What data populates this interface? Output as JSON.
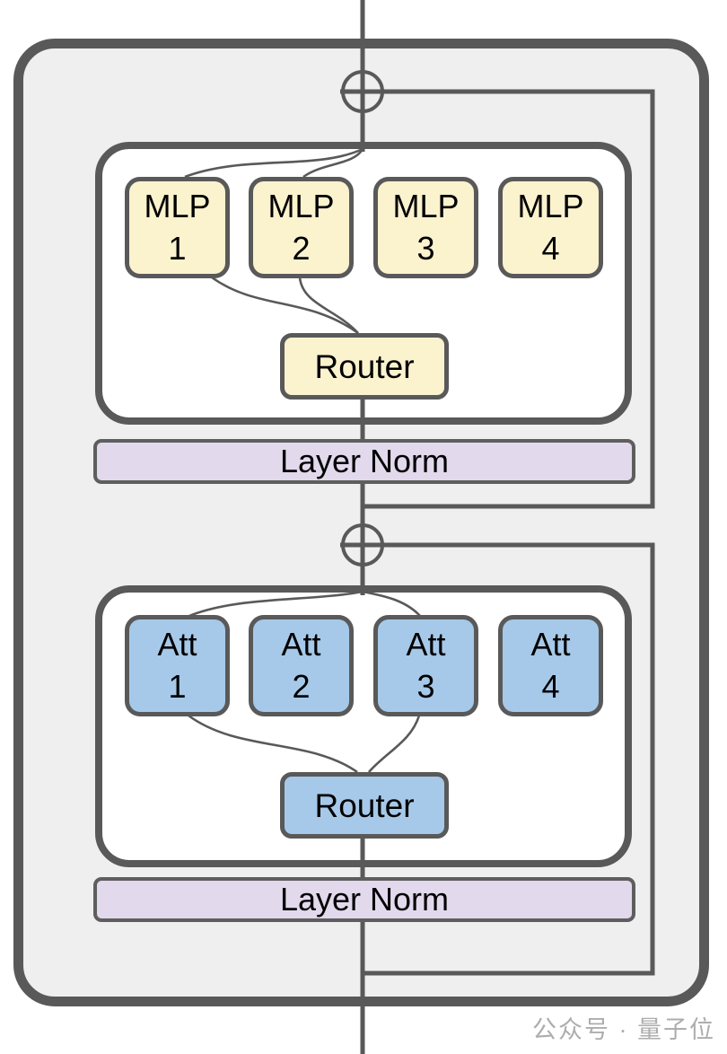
{
  "figure": {
    "description": "Mixture-of-experts transformer block diagram with routed MLP experts and routed attention experts, residual add junctions and layer norms"
  },
  "groups": [
    {
      "name": "mlp-expert-group",
      "experts": [
        {
          "line1": "MLP",
          "line2": "1"
        },
        {
          "line1": "MLP",
          "line2": "2"
        },
        {
          "line1": "MLP",
          "line2": "3"
        },
        {
          "line1": "MLP",
          "line2": "4"
        }
      ],
      "router_label": "Router",
      "layer_norm_label": "Layer Norm"
    },
    {
      "name": "attention-expert-group",
      "experts": [
        {
          "line1": "Att",
          "line2": "1"
        },
        {
          "line1": "Att",
          "line2": "2"
        },
        {
          "line1": "Att",
          "line2": "3"
        },
        {
          "line1": "Att",
          "line2": "4"
        }
      ],
      "router_label": "Router",
      "layer_norm_label": "Layer Norm"
    }
  ],
  "junctions": [
    {
      "symbol": "plus-circle",
      "meaning": "residual-add-top"
    },
    {
      "symbol": "plus-circle",
      "meaning": "residual-add-middle"
    }
  ],
  "watermark": {
    "text": "公众号 · 量子位"
  },
  "colors": {
    "border": "#595959",
    "line": "#595959",
    "container-fill": "#efefef",
    "group-fill": "#ffffff",
    "cream": "#fbf2ce",
    "blue": "#a6c9e9",
    "lavender": "#e2d9ec",
    "watermark": "#adadad",
    "text": "#000000",
    "page-bg": "#ffffff"
  }
}
